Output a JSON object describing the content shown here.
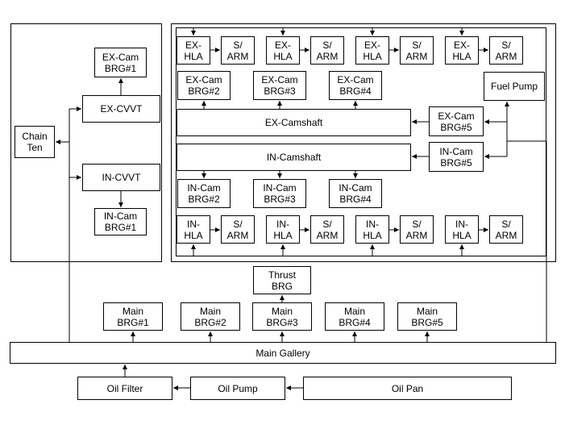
{
  "diagram": {
    "chain_ten": "Chain\nTen",
    "ex_cam_brg1": "EX-Cam\nBRG#1",
    "ex_cvvt": "EX-CVVT",
    "in_cvvt": "IN-CVVT",
    "in_cam_brg1": "IN-Cam\nBRG#1",
    "ex_hla": "EX-\nHLA",
    "s_arm": "S/\nARM",
    "in_hla": "IN-\nHLA",
    "ex_cam_brg2": "EX-Cam\nBRG#2",
    "ex_cam_brg3": "EX-Cam\nBRG#3",
    "ex_cam_brg4": "EX-Cam\nBRG#4",
    "ex_cam_brg5": "EX-Cam\nBRG#5",
    "fuel_pump": "Fuel Pump",
    "ex_camshaft": "EX-Camshaft",
    "in_camshaft": "IN-Camshaft",
    "in_cam_brg5": "IN-Cam\nBRG#5",
    "in_cam_brg2": "IN-Cam\nBRG#2",
    "in_cam_brg3": "IN-Cam\nBRG#3",
    "in_cam_brg4": "IN-Cam\nBRG#4",
    "thrust_brg": "Thrust\nBRG",
    "main_brg1": "Main\nBRG#1",
    "main_brg2": "Main\nBRG#2",
    "main_brg3": "Main\nBRG#3",
    "main_brg4": "Main\nBRG#4",
    "main_brg5": "Main\nBRG#5",
    "main_gallery": "Main Gallery",
    "oil_filter": "Oil Filter",
    "oil_pump": "Oil Pump",
    "oil_pan": "Oil Pan"
  }
}
